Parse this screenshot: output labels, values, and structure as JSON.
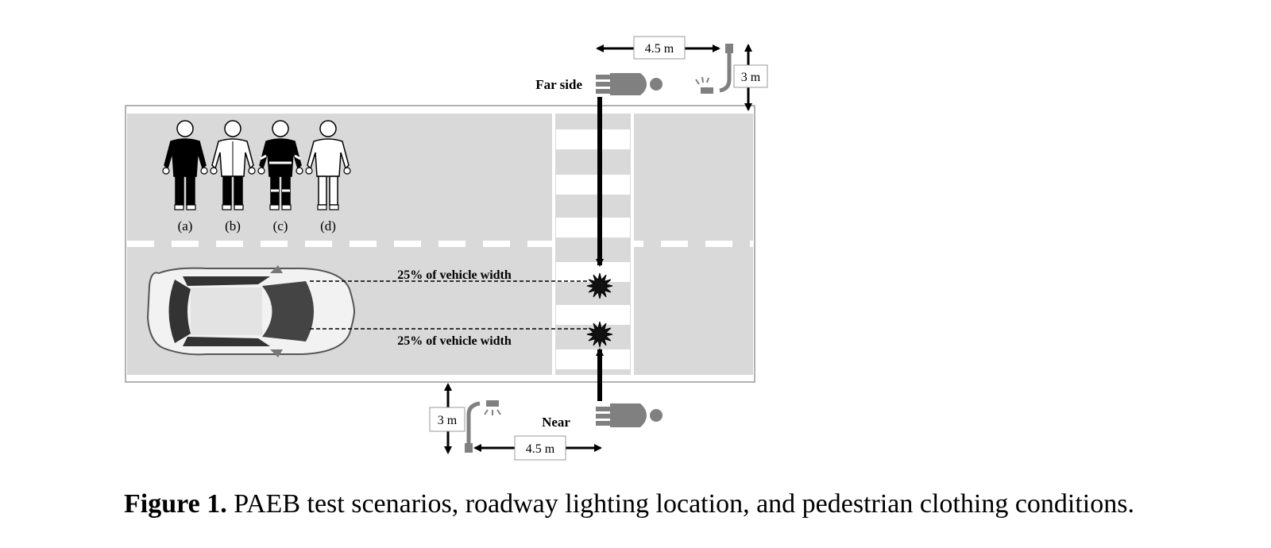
{
  "figure": {
    "far_side_label": "Far side",
    "near_side_label": "Near",
    "dimension_top_width": "4.5 m",
    "dimension_top_height": "3 m",
    "dimension_bottom_width": "4.5 m",
    "dimension_bottom_height": "3 m",
    "impact_label_upper": "25% of vehicle width",
    "impact_label_lower": "25% of vehicle width",
    "clothing_options": [
      {
        "label": "(a)",
        "style": "all-black"
      },
      {
        "label": "(b)",
        "style": "white-top-black-pants"
      },
      {
        "label": "(c)",
        "style": "black-with-reflective-strips"
      },
      {
        "label": "(d)",
        "style": "all-white"
      }
    ],
    "colors": {
      "road": "#d9d9d9",
      "pedestrian": "#808080",
      "marking": "#ffffff",
      "arrow": "#000000"
    }
  },
  "caption": {
    "prefix": "Figure 1.",
    "text": " PAEB test scenarios, roadway lighting location, and pedestrian clothing conditions."
  }
}
